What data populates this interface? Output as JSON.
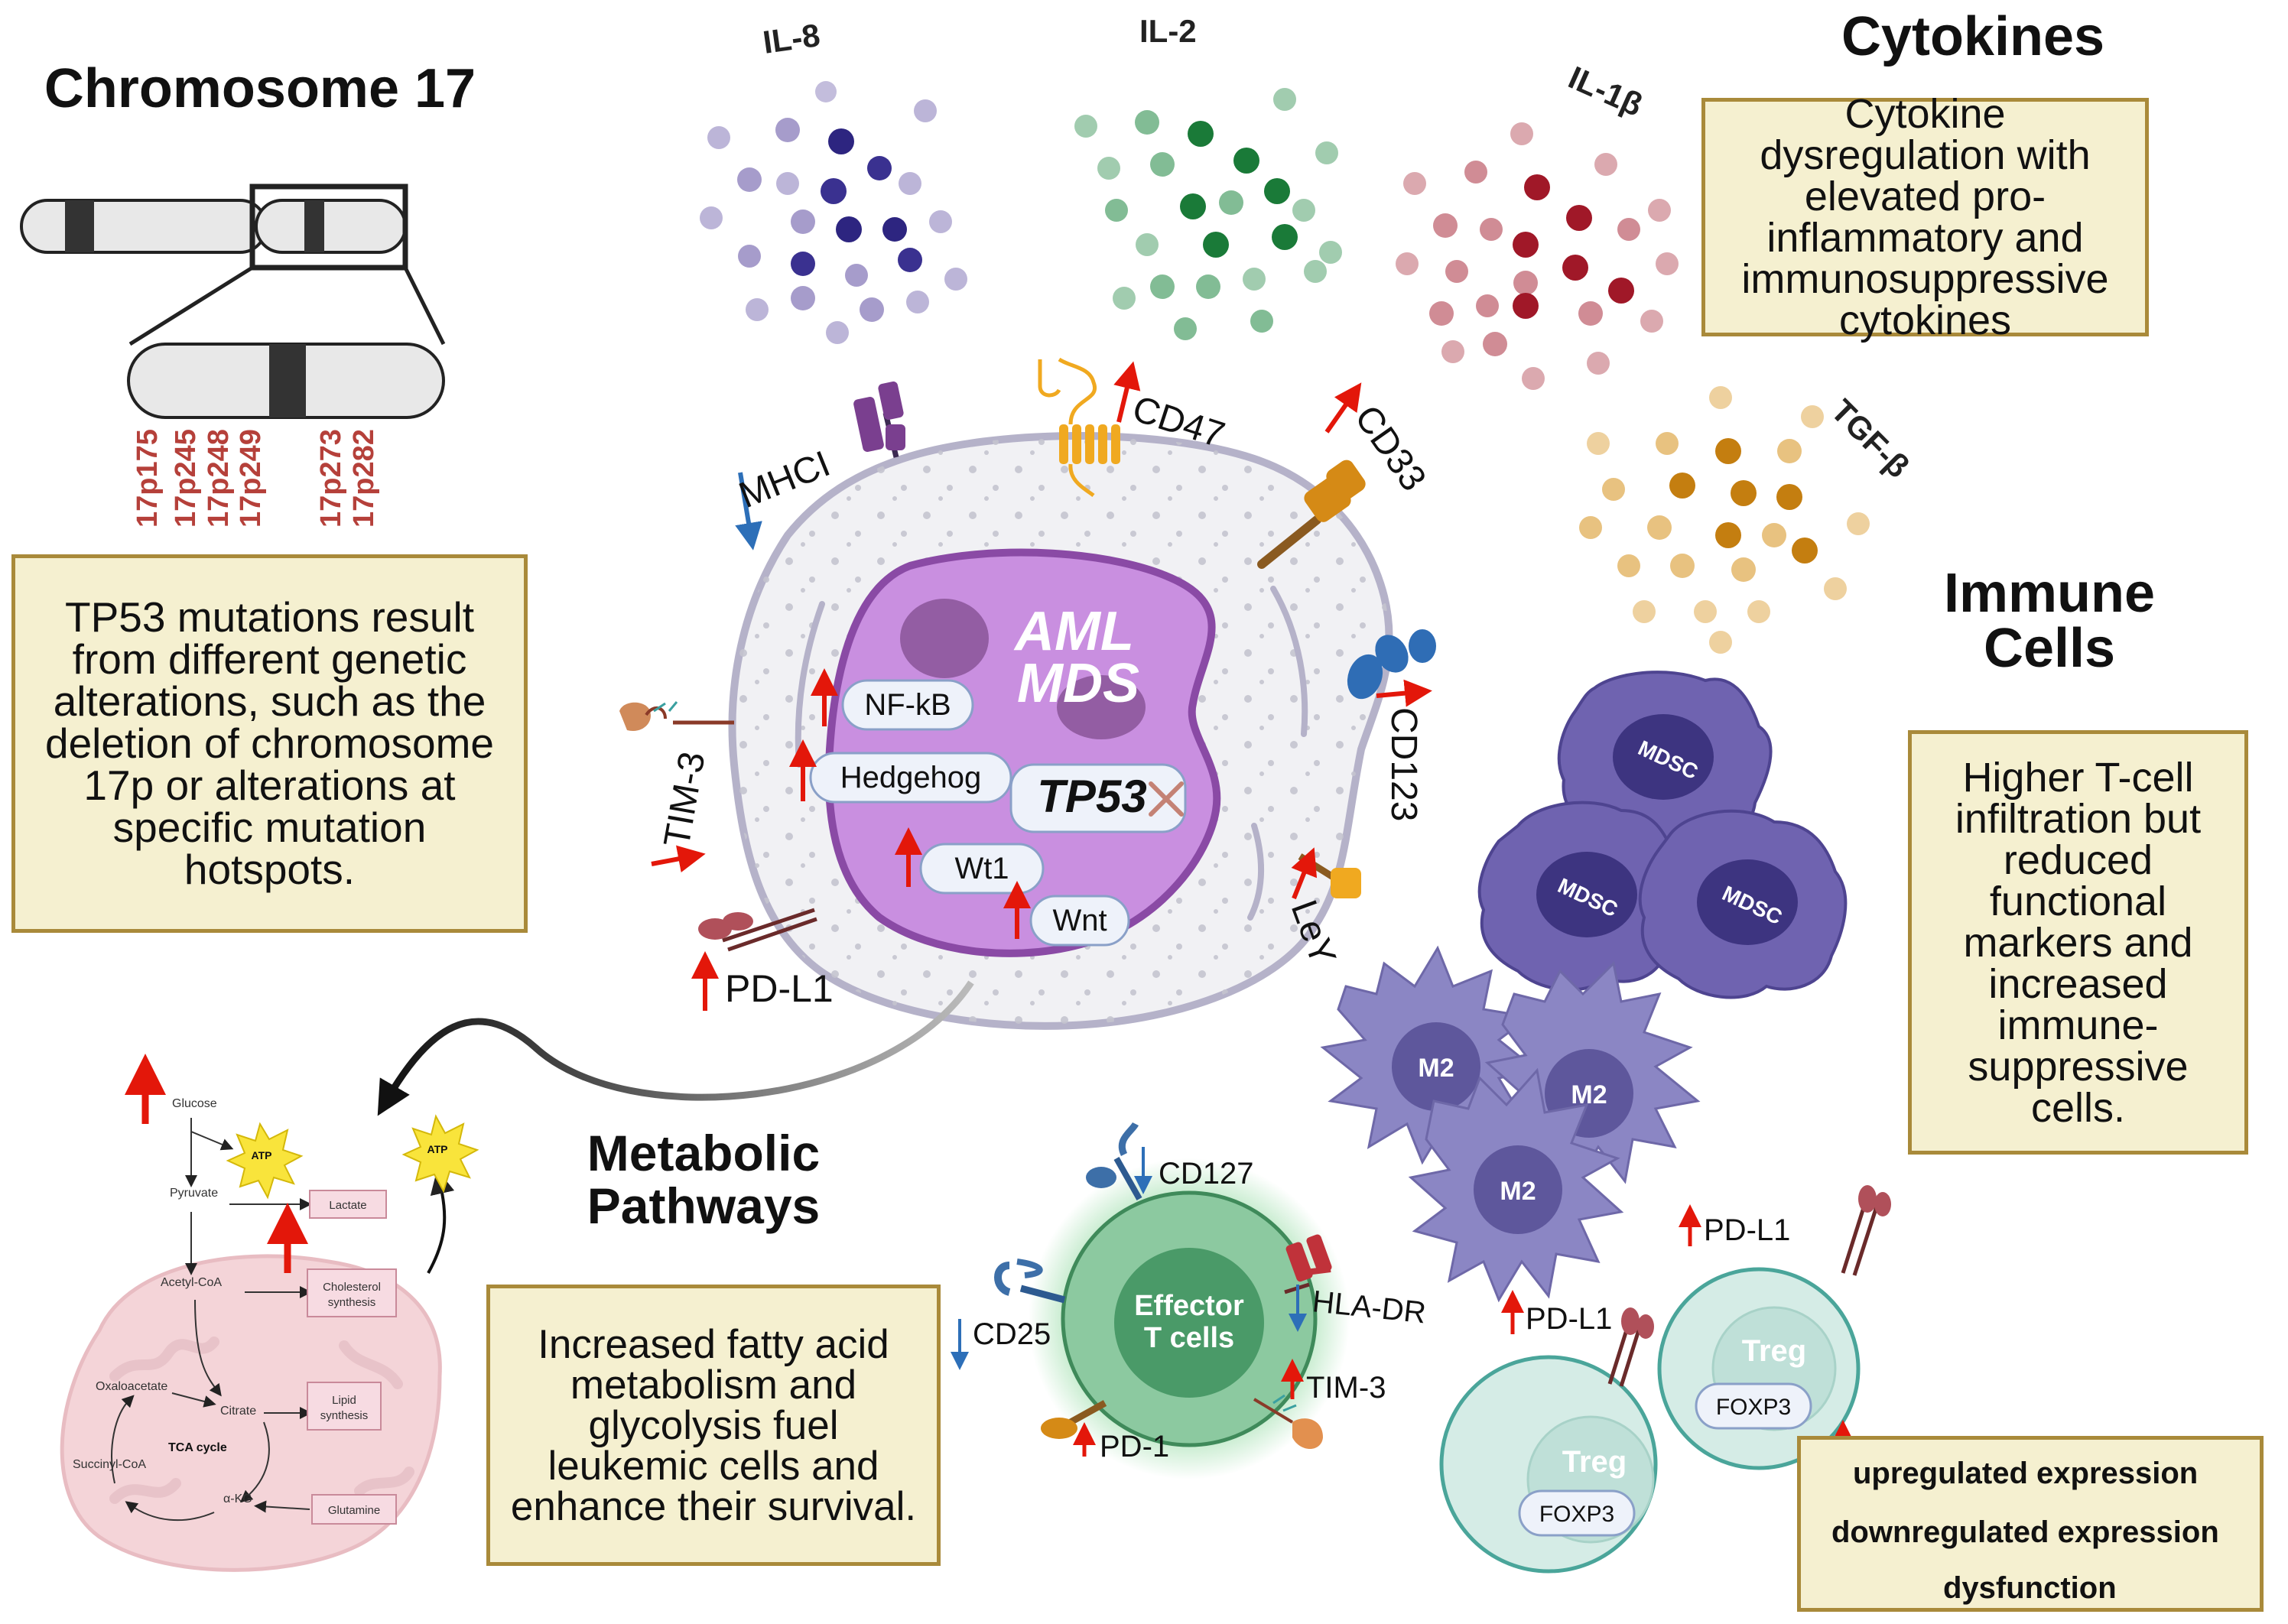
{
  "chromosome": {
    "title": "Chromosome 17",
    "hotspots": [
      "17p175",
      "17p245",
      "17p248",
      "17p249",
      "17p273",
      "17p282"
    ]
  },
  "notes": {
    "tp53": "TP53 mutations result from different genetic alterations, such as the deletion of chromosome 17p or alterations at specific mutation hotspots.",
    "cytokines": "Cytokine dysregulation with elevated pro-inflammatory and immunosuppressive cytokines",
    "immune": "Higher T-cell infiltration but reduced functional markers and increased immune-suppressive cells.",
    "metabolic": "Increased fatty acid metabolism and glycolysis fuel leukemic cells and enhance their survival."
  },
  "headings": {
    "cytokines": "Cytokines",
    "immune_line1": "Immune",
    "immune_line2": "Cells",
    "metabolic_line1": "Metabolic",
    "metabolic_line2": "Pathways"
  },
  "cytokines": [
    {
      "label": "IL-8",
      "color": "#6a5aa8"
    },
    {
      "label": "IL-2",
      "color": "#2f8f4e"
    },
    {
      "label": "IL-1β",
      "color": "#b0404e"
    },
    {
      "label": "TGF-β",
      "color": "#d99a2b"
    }
  ],
  "cell": {
    "name_line1": "AML",
    "name_line2": "MDS",
    "tp53": "TP53",
    "pathways": [
      "NF-kB",
      "Hedgehog",
      "Wt1",
      "Wnt"
    ],
    "markers": {
      "mhci": "MHCI",
      "cd47": "CD47",
      "cd33": "CD33",
      "cd123": "CD123",
      "tim3": "TIM-3",
      "pdl1": "PD-L1",
      "ley": "LeY"
    }
  },
  "immune_cells": {
    "mdsc": "MDSC",
    "m2": "M2",
    "treg": "Treg",
    "foxp3": "FOXP3",
    "treg_pdl1": "PD-L1"
  },
  "effector": {
    "name_line1": "Effector",
    "name_line2": "T cells",
    "markers": {
      "cd127": "CD127",
      "cd25": "CD25",
      "hladr": "HLA-DR",
      "tim3": "TIM-3",
      "pd1": "PD-1"
    }
  },
  "metabolism": {
    "glucose": "Glucose",
    "pyruvate": "Pyruvate",
    "acetyl": "Acetyl-CoA",
    "oxaloacetate": "Oxaloacetate",
    "citrate": "Citrate",
    "tca": "TCA cycle",
    "succinyl": "Succinyl-CoA",
    "akg": "α-KG",
    "atp": "ATP",
    "lactate": "Lactate",
    "cholesterol_line1": "Cholesterol",
    "cholesterol_line2": "synthesis",
    "lipid_line1": "Lipid",
    "lipid_line2": "synthesis",
    "glutamine": "Glutamine"
  },
  "legend": {
    "up": "upregulated expression",
    "down": "downregulated expression",
    "dysfunction": "dysfunction"
  },
  "colors": {
    "up": "#e3170a",
    "down": "#2d6fb8",
    "hotspot": "#b5403a",
    "note_bg": "#f5f0d0",
    "note_border": "#a98a3a",
    "nucleus": "#c98fe0",
    "mdsc": "#6f63b0",
    "m2": "#8b86c4",
    "treg": "#d5ece6",
    "effector": "#8cc9a0"
  }
}
